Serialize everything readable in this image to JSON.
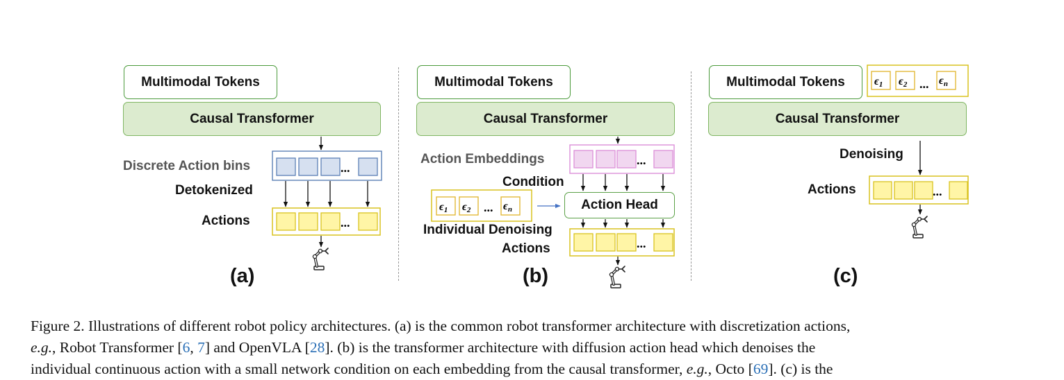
{
  "figure": {
    "panel_a": {
      "tokens": "Multimodal Tokens",
      "transformer": "Causal Transformer",
      "bins_label": "Discrete Action bins",
      "detok_label": "Detokenized",
      "actions_label": "Actions",
      "tag": "(a)"
    },
    "panel_b": {
      "tokens": "Multimodal Tokens",
      "transformer": "Causal Transformer",
      "embed_label": "Action Embeddings",
      "condition_label": "Condition",
      "head": "Action Head",
      "denoise_label": "Individual Denoising",
      "actions_label": "Actions",
      "tag": "(b)"
    },
    "panel_c": {
      "tokens": "Multimodal Tokens",
      "transformer": "Causal Transformer",
      "denoise_label": "Denoising",
      "actions_label": "Actions",
      "tag": "(c)"
    },
    "ellipsis": "...",
    "noise_symbols": [
      "ϵ1",
      "ϵ2",
      "ϵn"
    ],
    "colors": {
      "green_fill": "#dcebcf",
      "green_border": "#7fb562",
      "blue_cell": "#d6e0f0",
      "blue_border": "#5b7fb5",
      "yellow_cell": "#fff5a6",
      "yellow_border": "#d9c21f",
      "pink_cell": "#f1d7f0",
      "pink_border": "#dc8fd8",
      "noise_border": "#e0b42a"
    }
  },
  "caption": {
    "p1": "Figure 2. Illustrations of different robot policy architectures. (a) is the common robot transformer architecture with discretization actions,",
    "p2a": "e.g.",
    "p2b": ", Robot Transformer [",
    "c6": "6",
    "sep": ", ",
    "c7": "7",
    "p2c": "] and OpenVLA [",
    "c28": "28",
    "p2d": "].  (b) is the transformer architecture with diffusion action head which denoises the",
    "p3a": "individual continuous action with a small network condition on each embedding from the causal transformer,",
    "p3b": "e.g.",
    "p3c": ", Octo [",
    "c69": "69",
    "p3d": "]. (c) is the"
  }
}
